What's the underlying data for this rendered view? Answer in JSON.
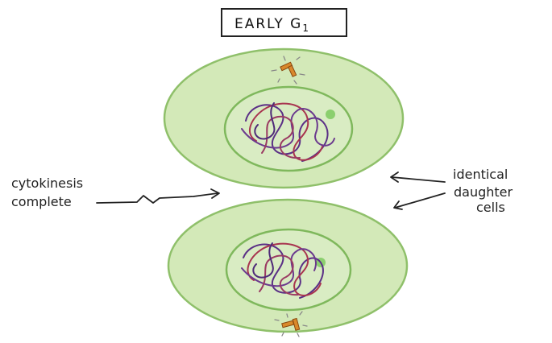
{
  "title": "EARLY G",
  "title_subscript": "1",
  "labels": {
    "left_line1": "cytokinesis",
    "left_line2": "complete",
    "right_line1": "identical",
    "right_line2": "daughter",
    "right_line3": "cells"
  },
  "colors": {
    "cytoplasm": "#d3e9b8",
    "cell_outline": "#8fc06a",
    "nucleus": "#d9ecc3",
    "nucleolus": "#8bcf6e",
    "chromatin_purple": "#5a2f86",
    "chromatin_red": "#a8344f",
    "centrosome": "#d9892b"
  },
  "icons": [
    "centrosome-icon",
    "nucleolus-icon",
    "chromatin-icon",
    "arrow-icon"
  ]
}
